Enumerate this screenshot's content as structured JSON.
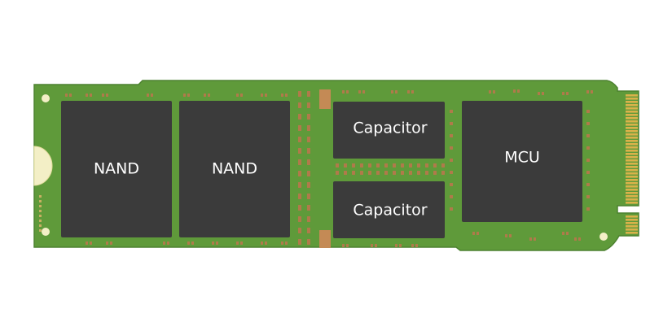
{
  "chips": {
    "nand_1": "NAND",
    "nand_2": "NAND",
    "capacitor_top": "Capacitor",
    "capacitor_bottom": "Capacitor",
    "mcu": "MCU"
  },
  "colors": {
    "background": "#ffffff",
    "pcb_green": "#5f9a3a",
    "pcb_edge": "#4d8230",
    "chip_body": "#3b3b3b",
    "gold_contact": "#d9b24a",
    "component_copper": "#b07a4a",
    "mounting_hole": "#f3efc6"
  }
}
